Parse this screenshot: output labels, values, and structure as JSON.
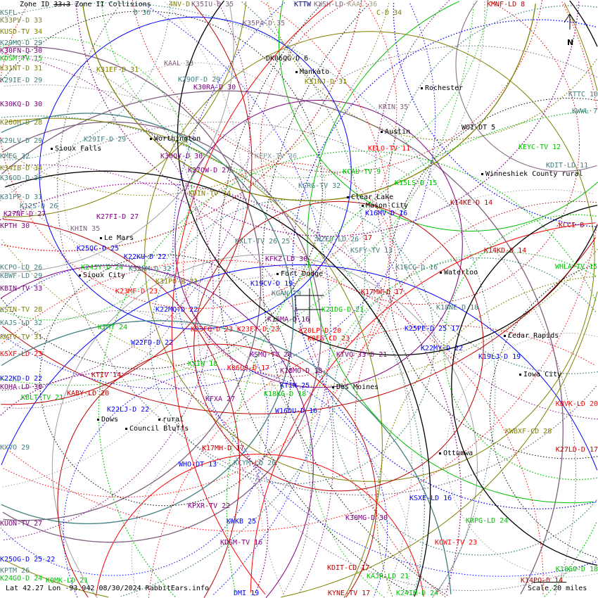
{
  "header": {
    "zone_id": "Zone ID",
    "zone_num": "33:3",
    "collisions": "Zone II Collisions"
  },
  "footer": {
    "coords": "Lat 42.27 Lon -93.942 08/30/2024 RabbitEars.info",
    "scale": "Scale 20 miles"
  },
  "compass": {
    "label": "N"
  },
  "colors": {
    "teal": "#408080",
    "olive": "#808000",
    "purple": "#800080",
    "blue": "#0000ff",
    "green": "#00c000",
    "red": "#ff0000",
    "darkred": "#c00000",
    "mauve": "#806080",
    "black": "#000000"
  },
  "stations": [
    {
      "text": "KSFL-",
      "color": "#408080"
    },
    {
      "text": "K33PV-D 33",
      "color": "#808040"
    },
    {
      "text": "KUSD-TV 34",
      "color": "#808000"
    },
    {
      "text": "K29MQ-D 29",
      "color": "#408080"
    },
    {
      "text": "K30FN-D 30",
      "color": "#800080"
    },
    {
      "text": "K31NT-D 31",
      "color": "#808000"
    },
    {
      "text": "K29IE-D 29",
      "color": "#408080"
    },
    {
      "text": "K30KQ-D 30",
      "color": "#800080"
    },
    {
      "text": "K28OH-D 28",
      "color": "#808000"
    },
    {
      "text": "K29LV-D 29",
      "color": "#408080"
    },
    {
      "text": "KMEG 32",
      "color": "#408080"
    },
    {
      "text": "K34IB-D 34",
      "color": "#808000"
    },
    {
      "text": "K36OD-D 36",
      "color": "#408080"
    },
    {
      "text": "K31PP-D 31",
      "color": "#408080"
    },
    {
      "text": "K27NF-D 27",
      "color": "#800080"
    },
    {
      "text": "KPTH 30",
      "color": "#800080"
    },
    {
      "text": "KCPO-LD 26",
      "color": "#408080"
    },
    {
      "text": "KBWF-LD 29",
      "color": "#408080"
    },
    {
      "text": "KBIN-TV 33",
      "color": "#800080"
    },
    {
      "text": "KSIN-TV 28",
      "color": "#808000"
    },
    {
      "text": "KAJS-LD 32",
      "color": "#408080"
    },
    {
      "text": "KMTV-TV 31",
      "color": "#808000"
    },
    {
      "text": "KSXF-LD 23",
      "color": "#ff0000"
    },
    {
      "text": "K22KD-D 22",
      "color": "#0000ff"
    },
    {
      "text": "KOHA-LD 30",
      "color": "#800080"
    },
    {
      "text": "KBLT-TV 21",
      "color": "#00c000"
    },
    {
      "text": "KABY-LD 20",
      "color": "#c00000"
    },
    {
      "text": "KXVO 29",
      "color": "#408080"
    },
    {
      "text": "KUON-TV 27",
      "color": "#800080"
    },
    {
      "text": "KPTM 26",
      "color": "#408080"
    },
    {
      "text": "K24GO-D 24",
      "color": "#00c000"
    },
    {
      "text": "K25OG-D 25 22",
      "color": "#0000ff"
    },
    {
      "text": "KQMK-LD 21",
      "color": "#00c000"
    },
    {
      "text": "D 36",
      "color": "#408080"
    },
    {
      "text": "4NV-D",
      "color": "#808000"
    },
    {
      "text": "K35IU-D 35",
      "color": "#806080"
    },
    {
      "text": "KTTW",
      "color": "#000080"
    },
    {
      "text": "KXSH-LD",
      "color": "#806080"
    },
    {
      "text": "KAAL 36",
      "color": "#a0a080"
    },
    {
      "text": "C-D 34",
      "color": "#808000"
    },
    {
      "text": "KMNF-LD 8",
      "color": "#c00000"
    },
    {
      "text": "K35PA-D 35",
      "color": "#806080"
    },
    {
      "text": "DK06QG-D 6",
      "color": "#000000"
    },
    {
      "text": "KAAL 33",
      "color": "#806080"
    },
    {
      "text": "K29OF-D 29",
      "color": "#408080"
    },
    {
      "text": "K31EF-D 31",
      "color": "#808000"
    },
    {
      "text": "K30RA-D 30",
      "color": "#800080"
    },
    {
      "text": "K31NJ-D 31",
      "color": "#808000"
    },
    {
      "text": "KRIN 35",
      "color": "#806080"
    },
    {
      "text": "WOI-DT 5",
      "color": "#000000"
    },
    {
      "text": "KTTC 10",
      "color": "#408080"
    },
    {
      "text": "KWWL 7",
      "color": "#408080"
    },
    {
      "text": "KELO-TV 11",
      "color": "#ff0000"
    },
    {
      "text": "KEYC-TV 12",
      "color": "#00c000"
    },
    {
      "text": "K29IF-D 29",
      "color": "#408080"
    },
    {
      "text": "K30QY-D 30",
      "color": "#800080"
    },
    {
      "text": "KFPX-TV 36",
      "color": "#80a0a0"
    },
    {
      "text": "KDIT-LD 11",
      "color": "#408080"
    },
    {
      "text": "K27OW-D 27",
      "color": "#800080"
    },
    {
      "text": "KCAU-TV 9",
      "color": "#00c000"
    },
    {
      "text": "K15LS-D 15",
      "color": "#00c000"
    },
    {
      "text": "KCRG-TV 32",
      "color": "#408080"
    },
    {
      "text": "KDIN-TV 34",
      "color": "#808000"
    },
    {
      "text": "K14KE-D 14",
      "color": "#c00000"
    },
    {
      "text": "K12S-D 26",
      "color": "#408080"
    },
    {
      "text": "K16MV-D 16",
      "color": "#0000ff"
    },
    {
      "text": "K27FI-D 27",
      "color": "#800080"
    },
    {
      "text": "KHIN 35",
      "color": "#806080"
    },
    {
      "text": "KCCI 8",
      "color": "#c00000"
    },
    {
      "text": "K25QC-D 25",
      "color": "#0000ff"
    },
    {
      "text": "KXLT-TV 26 25",
      "color": "#408080"
    },
    {
      "text": "WZEO-LD 26",
      "color": "#408080"
    },
    {
      "text": "17",
      "color": "#c00000"
    },
    {
      "text": "KSFY-TV 13",
      "color": "#408080"
    },
    {
      "text": "K14KD-D 14",
      "color": "#c00000"
    },
    {
      "text": "K22KU-D 22",
      "color": "#0000ff"
    },
    {
      "text": "KFKZ-LD 30",
      "color": "#800080"
    },
    {
      "text": "K19CV-D 19",
      "color": "#0000ff"
    },
    {
      "text": "K16CG-D 16",
      "color": "#408080"
    },
    {
      "text": "K24JY-D 24",
      "color": "#00c000"
    },
    {
      "text": "K32NM-D 32",
      "color": "#408080"
    },
    {
      "text": "WHLA-TV 15",
      "color": "#00c000"
    },
    {
      "text": "K31PO-D 31",
      "color": "#808000"
    },
    {
      "text": "K23MF-D 23",
      "color": "#ff0000"
    },
    {
      "text": "KGAN 29",
      "color": "#408080"
    },
    {
      "text": "K17MW-D 17",
      "color": "#c00000"
    },
    {
      "text": "K22MQ-D 22",
      "color": "#0000ff"
    },
    {
      "text": "K21DG-D 21",
      "color": "#00c000"
    },
    {
      "text": "K18NE-D 18",
      "color": "#408080"
    },
    {
      "text": "K16MA-D 16",
      "color": "#800080"
    },
    {
      "text": "KIMT 24",
      "color": "#00c000"
    },
    {
      "text": "K23FO-D 23",
      "color": "#ff0000"
    },
    {
      "text": "K23FY-D 23",
      "color": "#ff0000"
    },
    {
      "text": "K20LP-D 20",
      "color": "#ff0000"
    },
    {
      "text": "K25PE-D 25 17",
      "color": "#0000ff"
    },
    {
      "text": "K0EG-CD 23",
      "color": "#ff0000"
    },
    {
      "text": "W22FD-D 22",
      "color": "#0000ff"
    },
    {
      "text": "K22MY-D 22",
      "color": "#0000ff"
    },
    {
      "text": "KSMQ-TV 20",
      "color": "#800080"
    },
    {
      "text": "KTVO 33-D 21",
      "color": "#800080"
    },
    {
      "text": "K19LJ-D 19",
      "color": "#0000ff"
    },
    {
      "text": "KYIN 18",
      "color": "#00c000"
    },
    {
      "text": "K06QJ-D 17",
      "color": "#ff0000"
    },
    {
      "text": "K18MO-D 18",
      "color": "#800080"
    },
    {
      "text": "KTIV 14",
      "color": "#c00000"
    },
    {
      "text": "KTIN 25",
      "color": "#0000ff"
    },
    {
      "text": "K18KG-D 18",
      "color": "#00c000"
    },
    {
      "text": "KFXA 27",
      "color": "#800080"
    },
    {
      "text": "KBVK-LD 20",
      "color": "#ff0000"
    },
    {
      "text": "W16DU-D 16",
      "color": "#0000ff"
    },
    {
      "text": "K22LJ-D 22",
      "color": "#0000ff"
    },
    {
      "text": "KWBXF-CD 28",
      "color": "#808000"
    },
    {
      "text": "K17MH-D 17",
      "color": "#c00000"
    },
    {
      "text": "K27LD-D 17",
      "color": "#c00000"
    },
    {
      "text": "WHO-DT 13",
      "color": "#0000ff"
    },
    {
      "text": "KCYM-LD 26",
      "color": "#408080"
    },
    {
      "text": "KSXE-LD 16",
      "color": "#0000ff"
    },
    {
      "text": "KPXR-TV 22",
      "color": "#800080"
    },
    {
      "text": "K30MG-D 30",
      "color": "#800080"
    },
    {
      "text": "KWKB 25",
      "color": "#0000ff"
    },
    {
      "text": "KRPG-LD 24",
      "color": "#00c000"
    },
    {
      "text": "KDSM-TV 16",
      "color": "#800080"
    },
    {
      "text": "KCWI-TV 23",
      "color": "#ff0000"
    },
    {
      "text": "KDIT-CD 17",
      "color": "#c00000"
    },
    {
      "text": "KAJR-LD 21",
      "color": "#00c000"
    },
    {
      "text": "DMI 19",
      "color": "#0000ff"
    },
    {
      "text": "KYNE-TV 17",
      "color": "#c00000"
    },
    {
      "text": "K24IM-D 24",
      "color": "#00c000"
    },
    {
      "text": "K14PQ-D 14",
      "color": "#c00000"
    },
    {
      "text": "K18GO-D 18",
      "color": "#00c000"
    },
    {
      "text": "KDSM-TV 15",
      "color": "#00c000"
    }
  ],
  "cities": [
    "Mankato",
    "Rochester",
    "Austin",
    "Worthington",
    "Sioux Falls",
    "Winneshiek County rural",
    "Clear Lake",
    "Mason City",
    "Le Mars",
    "Sioux City",
    "Fort Dodge",
    "Waterloo",
    "Cedar Rapids",
    "Iowa City",
    "Des Moines",
    "Dows",
    "rural",
    "Council Bluffs",
    "Ottumwa"
  ]
}
